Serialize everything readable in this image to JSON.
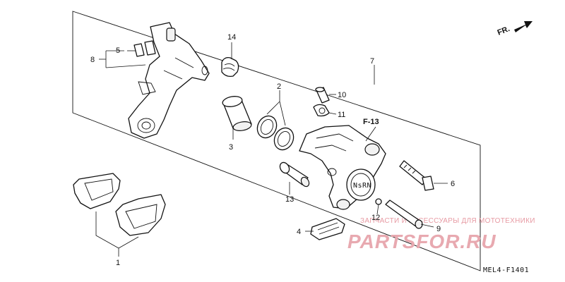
{
  "diagram": {
    "callouts": {
      "c1": "1",
      "c2": "2",
      "c3": "3",
      "c4": "4",
      "c5": "5",
      "c6": "6",
      "c7": "7",
      "c8": "8",
      "c9": "9",
      "c10": "10",
      "c11": "11",
      "c12": "12",
      "c13": "13",
      "c14": "14"
    },
    "section_ref": "F-13",
    "direction_label": "FR.",
    "diagram_code": "MEL4-F1401",
    "caliper_marking": "NsRN"
  },
  "watermark": {
    "caption": "ЗАПЧАСТИ И АКСЕССУАРЫ ДЛЯ МОТОТЕХНИКИ",
    "brand": "PARTSFOR.RU"
  }
}
